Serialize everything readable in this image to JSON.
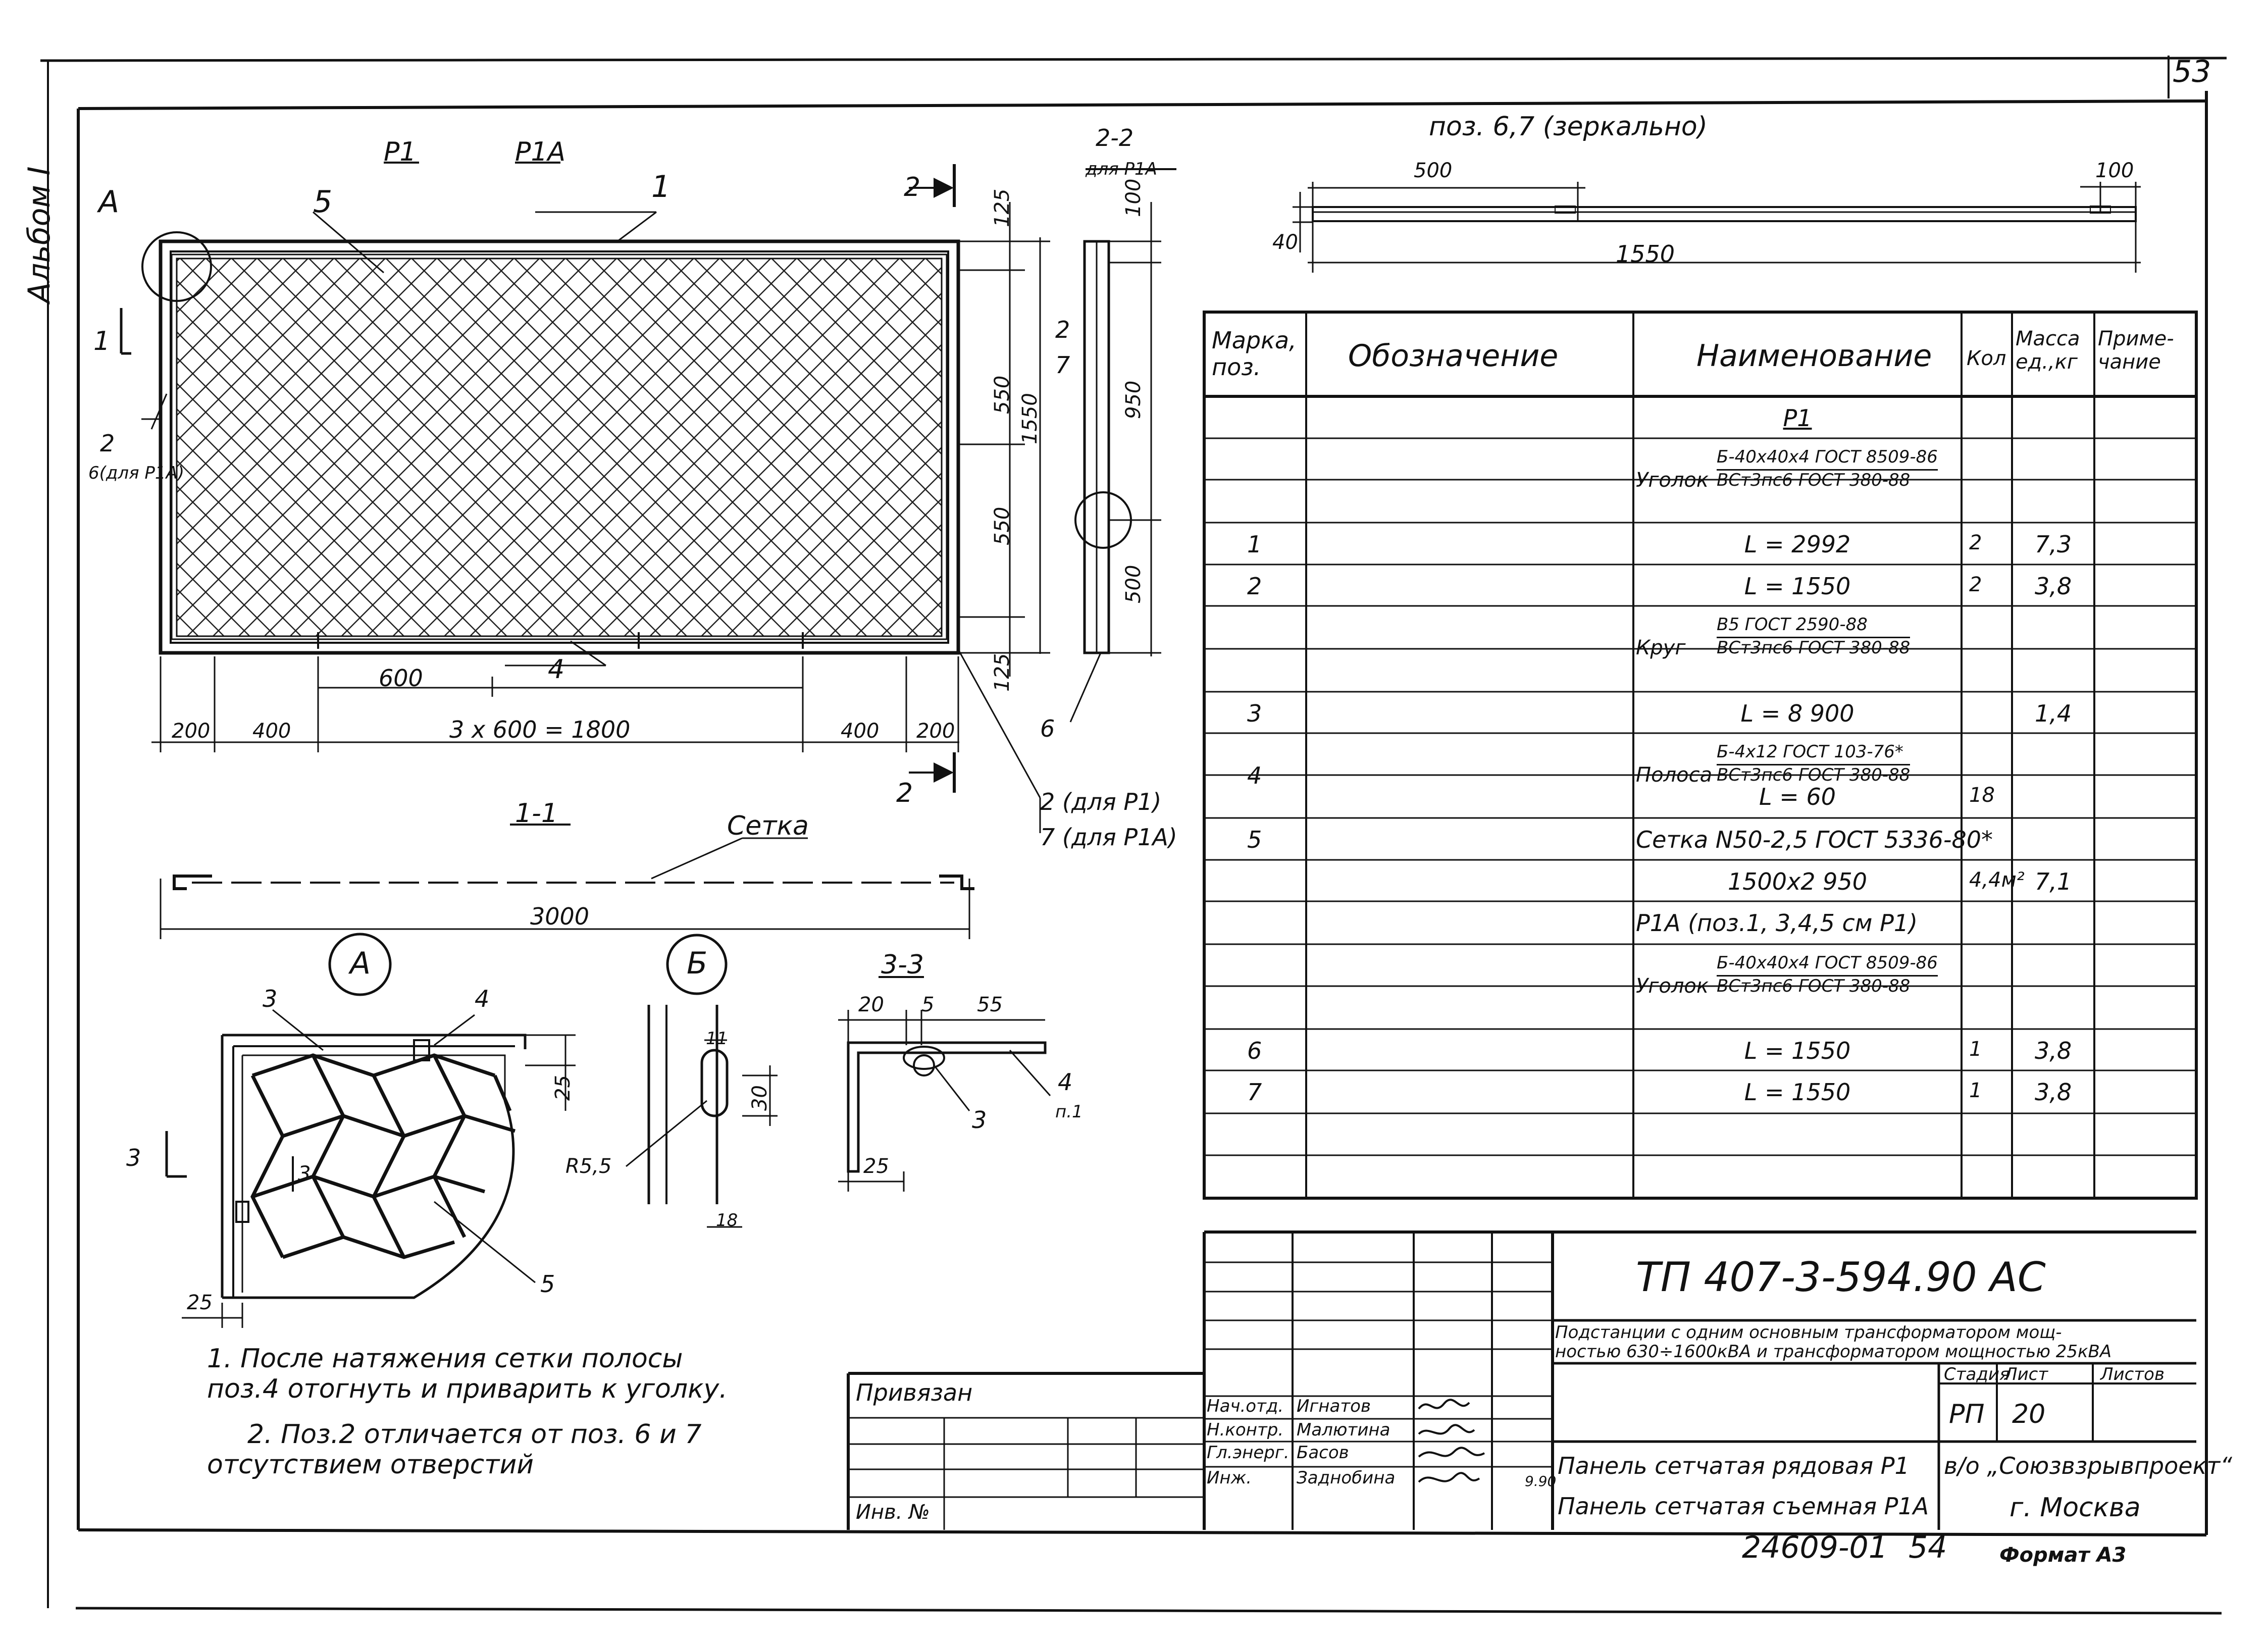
{
  "sheet": {
    "page_number": "53",
    "album_label": "Альбом I",
    "bottom_number": "24609-01",
    "bottom_page": "54",
    "format_label": "Формат А3"
  },
  "main_view": {
    "label_p1": "Р1",
    "label_p1a": "Р1А",
    "callout_a": "А",
    "section_1": "1",
    "section_2_top": "2",
    "section_2_bottom": "2",
    "left_label_2": "2",
    "left_label_6": "6(для Р1А)",
    "pos1": "1",
    "pos4": "4",
    "pos5": "5",
    "dim_125_top": "125",
    "dim_550_a": "550",
    "dim_550_b": "550",
    "dim_1550": "1550",
    "dim_125_bottom": "125",
    "dim_600": "600",
    "dim_200_l": "200",
    "dim_400_l": "400",
    "dim_3x600": "3 х 600 = 1800",
    "dim_400_r": "400",
    "dim_200_r": "200",
    "leader_2_p1": "2 (для Р1)",
    "leader_7_p1a": "7 (для Р1А)",
    "leader_6": "6"
  },
  "section_22": {
    "title": "2-2",
    "subtitle": "для Р1А",
    "dim_100": "100",
    "dim_950": "950",
    "dim_500": "500",
    "label_2": "2",
    "label_7": "7"
  },
  "pos67": {
    "title": "поз. 6,7  (зеркально)",
    "dim_500": "500",
    "dim_100": "100",
    "dim_40": "40",
    "dim_1550": "1550"
  },
  "section_11": {
    "title": "1-1",
    "setka": "Сетка",
    "dim_3000": "3000"
  },
  "detail_a": {
    "callout": "А",
    "pos3": "3",
    "pos4": "4",
    "pos5": "5",
    "dim_25_right": "25",
    "dim_25_bottom": "25",
    "section_3_left": "3",
    "section_3_inner": "3"
  },
  "detail_b": {
    "callout": "Б",
    "dim_11": "11",
    "dim_30": "30",
    "dim_18": "18",
    "r55": "R5,5"
  },
  "section_33": {
    "title": "3-3",
    "dim_20": "20",
    "dim_5": "5",
    "dim_55": "55",
    "dim_25": "25",
    "pos4": "4",
    "pos_p1": "п.1",
    "pos3": "3"
  },
  "notes": [
    "1. После   натяжения  сетки  полосы",
    "поз.4  отогнуть  и  приварить  к уголку.",
    "2. Поз.2  отличается  от поз. 6 и 7",
    "отсутствием  отверстий"
  ],
  "spec_table": {
    "headers": {
      "mark": "Марка, поз.",
      "designation": "Обозначение",
      "name": "Наименование",
      "qty": "Кол",
      "mass": "Масса ед.,кг",
      "note": "Приме- чание"
    },
    "rows": [
      {
        "mark": "",
        "name": "Р1",
        "qty": "",
        "mass": ""
      },
      {
        "mark": "",
        "name_prefix": "Уголок",
        "frac_top": "Б-40х40х4 ГОСТ 8509-86",
        "frac_bot": "ВСт3пс6 ГОСТ 380-88",
        "qty": "",
        "mass": ""
      },
      {
        "mark": "1",
        "name": "L = 2992",
        "qty": "2",
        "mass": "7,3"
      },
      {
        "mark": "2",
        "name": "L = 1550",
        "qty": "2",
        "mass": "3,8"
      },
      {
        "mark": "",
        "name_prefix": "Круг",
        "frac_top": "В5 ГОСТ 2590-88",
        "frac_bot": "ВСт3пс6 ГОСТ 380-88",
        "qty": "",
        "mass": ""
      },
      {
        "mark": "3",
        "name": "L = 8 900",
        "qty": "",
        "mass": "1,4"
      },
      {
        "mark": "4",
        "name_prefix": "Полоса",
        "frac_top": "Б-4х12 ГОСТ 103-76*",
        "frac_bot": "ВСт3пс6 ГОСТ 380-88",
        "qty": "",
        "mass": ""
      },
      {
        "mark": "",
        "name": "L = 60",
        "qty": "18",
        "mass": ""
      },
      {
        "mark": "5",
        "name": "Сетка N50-2,5 ГОСТ 5336-80*",
        "qty": "",
        "mass": ""
      },
      {
        "mark": "",
        "name": "1500х2 950",
        "qty": "4,4м²",
        "mass": "7,1"
      },
      {
        "mark": "",
        "name": "Р1А (поз.1, 3,4,5 см Р1)",
        "qty": "",
        "mass": ""
      },
      {
        "mark": "",
        "name_prefix": "Уголок",
        "frac_top": "Б-40х40х4 ГОСТ 8509-86",
        "frac_bot": "ВСт3пс6 ГОСТ 380-88",
        "qty": "",
        "mass": ""
      },
      {
        "mark": "6",
        "name": "L = 1550",
        "qty": "1",
        "mass": "3,8"
      },
      {
        "mark": "7",
        "name": "L = 1550",
        "qty": "1",
        "mass": "3,8"
      }
    ]
  },
  "title_block": {
    "code": "ТП  407-3-594.90  АС",
    "description_1": "Подстанции с одним основным трансформатором мощ-",
    "description_2": "ностью 630÷1600кВА и трансформатором мощностью 25кВА",
    "privyazan": "Привязан",
    "inv_no": "Инв. №",
    "stage_h": "Стадия",
    "sheet_h": "Лист",
    "sheets_h": "Листов",
    "stage": "РП",
    "sheet": "20",
    "roles": [
      "Нач.отд.",
      "Н.контр.",
      "Гл.энерг.",
      "Инж."
    ],
    "names": [
      "Игнатов",
      "Малютина",
      "Басов",
      "Заднобина"
    ],
    "date": "9.90",
    "part_1": "Панель сетчатая рядовая Р1",
    "part_2": "Панель сетчатая съемная Р1А",
    "org_1": "в/о „Союзвзрывпроект“",
    "org_2": "г. Москва"
  }
}
